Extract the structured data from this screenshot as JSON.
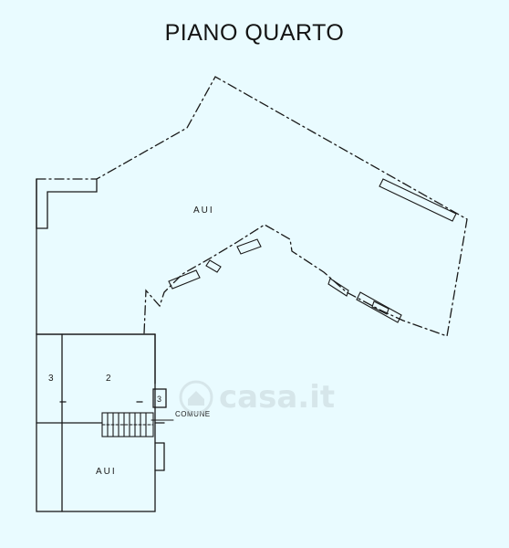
{
  "plan": {
    "title": "PIANO QUARTO",
    "labels": {
      "upper_unit": "AUI",
      "lower_unit": "AUI",
      "room_left": "3",
      "room_center": "2",
      "room_small": "3",
      "common_area": "COMUNE"
    }
  },
  "watermark": {
    "text": "casa.it",
    "icon": "house-logo-icon"
  },
  "colors": {
    "background": "#e9fbff",
    "lines": "#1a1a1a"
  }
}
